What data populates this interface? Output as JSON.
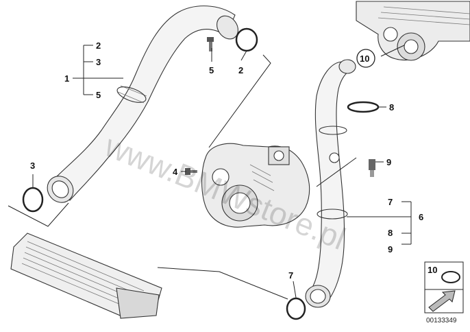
{
  "watermark": "www.BMWstore.pl",
  "callouts": {
    "top_group": [
      "2",
      "3",
      "1",
      "5"
    ],
    "bolt_5": "5",
    "ring_2": "2",
    "ring_3": "3",
    "bolt_4": "4",
    "item_10": "10",
    "clamp_8": "8",
    "sensor_9": "9",
    "right_group": [
      "7",
      "6",
      "8",
      "9"
    ],
    "ring_7": "7"
  },
  "legend_box": {
    "number": "10"
  },
  "catalog_number": "00133349"
}
